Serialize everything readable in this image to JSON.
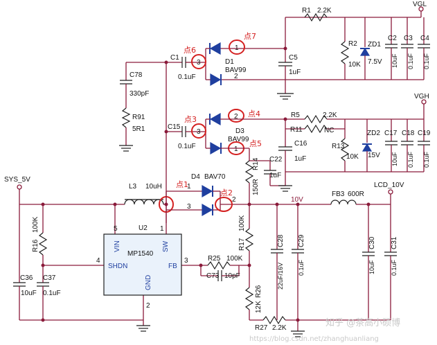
{
  "nets": {
    "vgl": "VGL",
    "vgh": "VGH",
    "sys_5v": "SYS_5V",
    "lcd_10v": "LCD_10V",
    "v10": "10V"
  },
  "ic": {
    "ref": "U2",
    "part": "MP1540",
    "vin": "VIN",
    "sw": "SW",
    "shdn": "SHDN",
    "fb": "FB",
    "gnd": "GND",
    "pin_vin": "5",
    "pin_sw": "1",
    "pin_shdn": "4",
    "pin_fb": "3",
    "pin_gnd": "2"
  },
  "inductors": {
    "l3_ref": "L3",
    "l3_val": "10uH",
    "fb3_ref": "FB3",
    "fb3_val": "600R"
  },
  "diodes": {
    "d1_ref": "D1",
    "d1_part": "BAV99",
    "d3_ref": "D3",
    "d3_part": "BAV99",
    "d4_ref": "D4",
    "d4_part": "BAV70",
    "zd1_ref": "ZD1",
    "zd1_val": "7.5V",
    "zd2_ref": "ZD2",
    "zd2_val": "15V"
  },
  "diode_pins": {
    "d1_p1": "1",
    "d1_p2": "2",
    "d1_p3": "3",
    "d3_p1": "1",
    "d3_p2": "2",
    "d3_p3": "3",
    "d4_p1": "1",
    "d4_p2": "2",
    "d4_p3": "3"
  },
  "capacitors": {
    "c1_ref": "C1",
    "c1_val": "0.1uF",
    "c5_ref": "C5",
    "c5_val": "1uF",
    "c78_ref": "C78",
    "c78_val": "330pF",
    "c2_ref": "C2",
    "c2_val": "10uF",
    "c3_ref": "C3",
    "c3_val": "0.1uF",
    "c4_ref": "C4",
    "c4_val": "0.1uF",
    "c15_ref": "C15",
    "c15_val": "0.1uF",
    "c16_ref": "C16",
    "c16_val": "1uF",
    "c22_ref": "C22",
    "c22_val": "1uF",
    "c17_ref": "C17",
    "c17_val": "10uF",
    "c18_ref": "C18",
    "c18_val": "0.1uF",
    "c19_ref": "C19",
    "c19_val": "0.1uF",
    "c36_ref": "C36",
    "c36_val": "10uF",
    "c37_ref": "C37",
    "c37_val": "0.1uF",
    "c73_ref": "C73",
    "c73_val": "10pF",
    "c28_ref": "C28",
    "c28_val": "22uF/16V",
    "c29_ref": "C29",
    "c29_val": "0.1uF",
    "c30_ref": "C30",
    "c30_val": "10uF",
    "c31_ref": "C31",
    "c31_val": "0.1uF"
  },
  "resistors": {
    "r1_ref": "R1",
    "r1_val": "2.2K",
    "r2_ref": "R2",
    "r2_val": "10K",
    "r91_ref": "R91",
    "r91_val": "5R1",
    "r5_ref": "R5",
    "r5_val": "2.2K",
    "r11_ref": "R11",
    "r11_val": "NC",
    "r13_ref": "R13",
    "r13_val": "10K",
    "r14_ref": "R14",
    "r14_val": "150R",
    "r16_ref": "R16",
    "r16_val": "100K",
    "r17_ref": "R17",
    "r17_val": "100K",
    "r25_ref": "R25",
    "r25_val": "100K",
    "r26_ref": "R26",
    "r26_val": "12K",
    "r27_ref": "R27",
    "r27_val": "2.2K"
  },
  "annotations": {
    "p1": "点1",
    "p2": "点2",
    "p3": "点3",
    "p4": "点4",
    "p5": "点5",
    "p6": "点6",
    "p7": "点7"
  },
  "ring_labels": {
    "r1": "3",
    "r3": "1",
    "r4": "2",
    "r5": "3",
    "r6": "1"
  },
  "watermark": {
    "main": "知乎 @茶高小硕博",
    "url": "https://blog.csdn.net/zhanghuanliang"
  },
  "colors": {
    "wire": "#8a1a3a",
    "annotation": "#d42020",
    "diode": "#1f3f9f"
  }
}
